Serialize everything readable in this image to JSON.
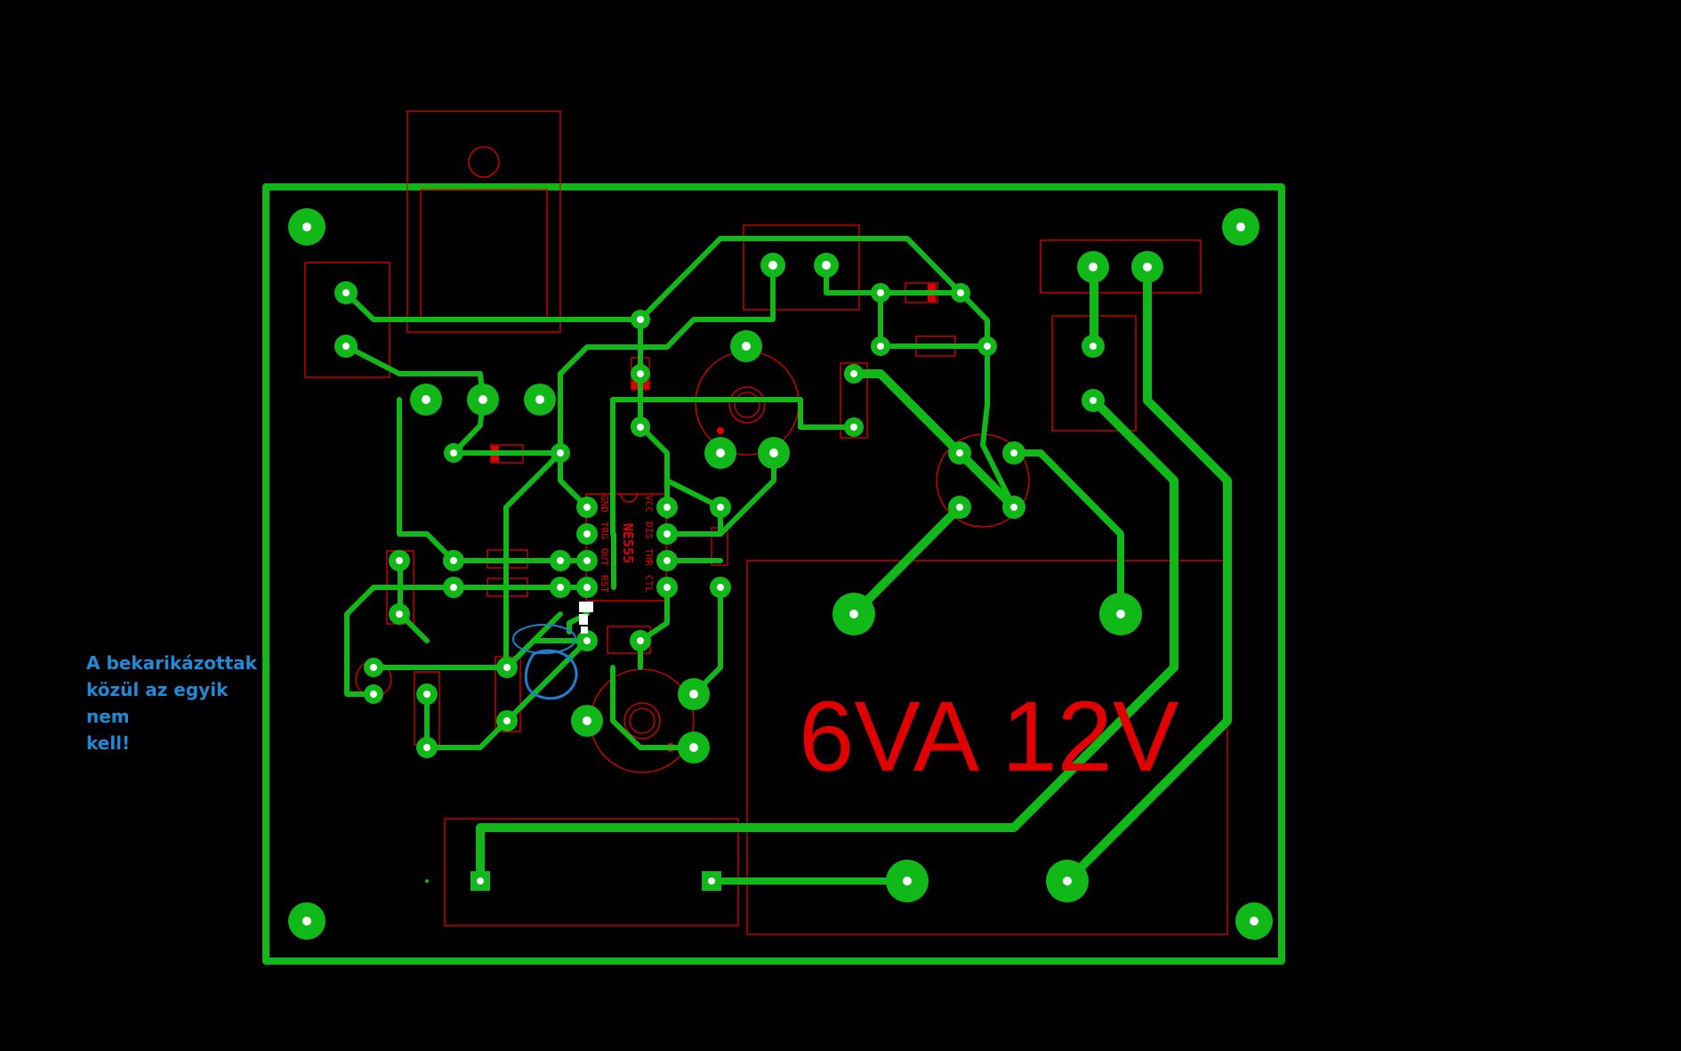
{
  "annotation": {
    "lines": [
      "A bekarikázottak",
      "közül az egyik nem",
      "kell!"
    ]
  },
  "board": {
    "rating_label": "6VA 12V",
    "ic_label": "NE555",
    "ic_pins_left": [
      "GND",
      "TRG",
      "OUT",
      "RST"
    ],
    "ic_pins_right": [
      "VCC",
      "DIS",
      "THR",
      "CTL"
    ]
  },
  "colors": {
    "background": "#000000",
    "copper": "#10b818",
    "silkscreen": "#e00000",
    "annotation": "#1f8bd6"
  }
}
